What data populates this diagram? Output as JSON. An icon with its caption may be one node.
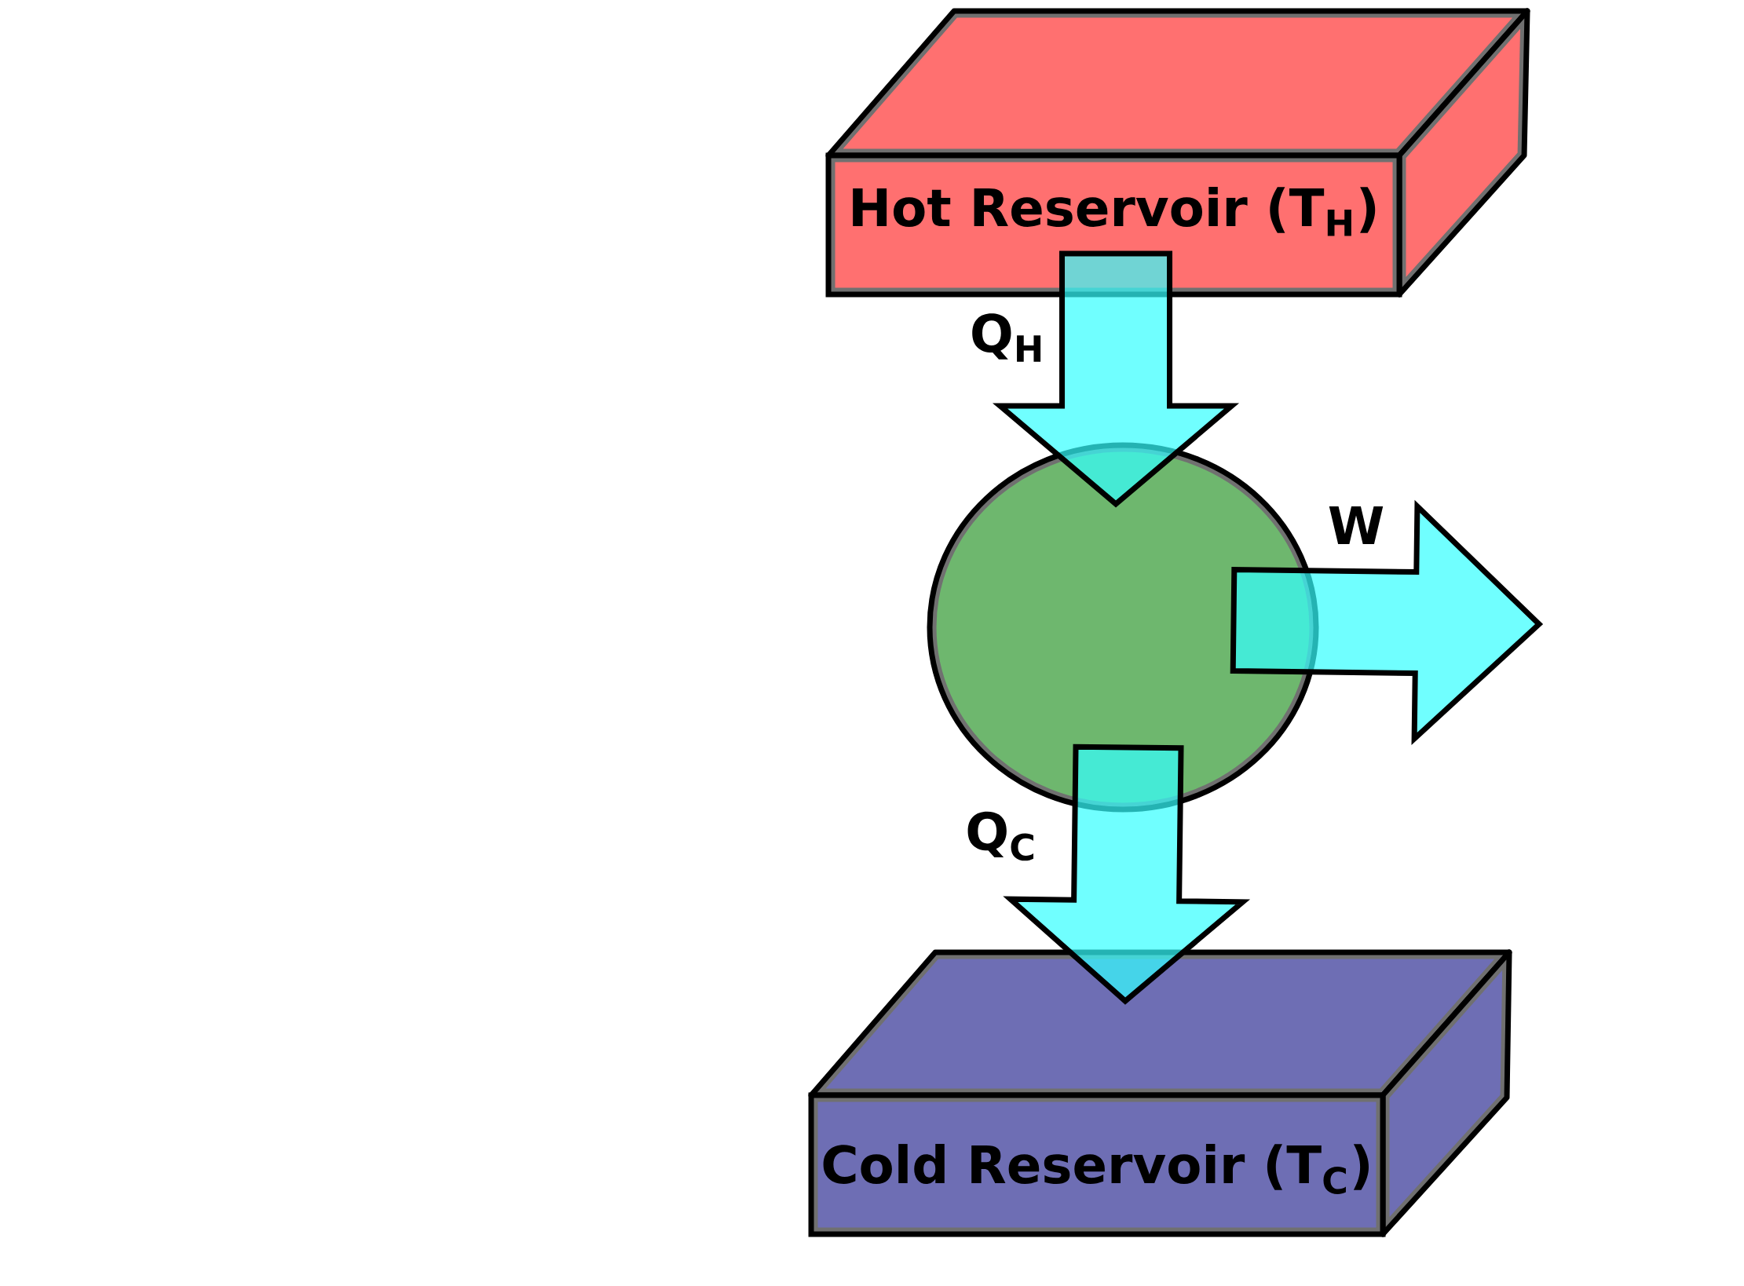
{
  "diagram": {
    "nodes": [
      {
        "text": [
          "Hot Reservoir (T$_{H}$)"
        ]
      },
      {
        "text": [],
        "shape": "circle"
      },
      {
        "text": [
          "Cold Reservoir (T$_{C}$)"
        ]
      }
    ],
    "edges": [
      {
        "from": 0,
        "to": 1,
        "arrow": "to",
        "label": "Q$_{H}$"
      },
      {
        "from": 1,
        "to": null,
        "arrow": "to",
        "label": "W"
      },
      {
        "from": 1,
        "to": 2,
        "arrow": "to",
        "label": "Q$_{C}$"
      }
    ]
  }
}
